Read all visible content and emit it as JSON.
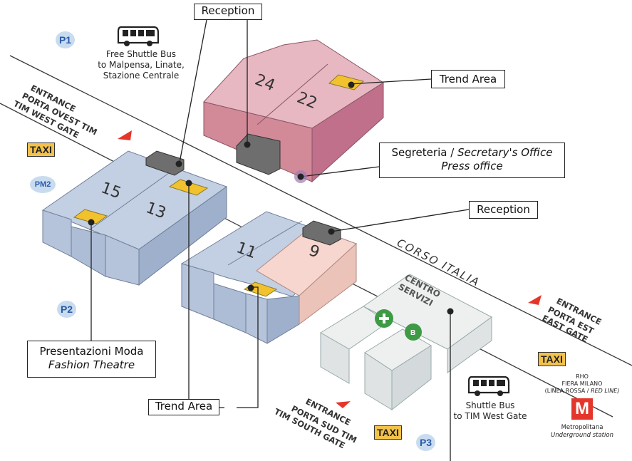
{
  "halls": {
    "h24": "24",
    "h22": "22",
    "h15": "15",
    "h13": "13",
    "h11": "11",
    "h9": "9"
  },
  "callouts": {
    "reception_top": "Reception",
    "reception_right": "Reception",
    "trend_area_top": "Trend Area",
    "trend_area_bottom": "Trend Area",
    "secretary_line1_plain": "Segreteria /",
    "secretary_line1_italic": "Secretary's Office",
    "secretary_line2": "Press office",
    "fashion_line1": "Presentazioni Moda",
    "fashion_line2": "Fashion Theatre"
  },
  "shuttle_top": [
    "Free Shuttle Bus",
    "to Malpensa, Linate,",
    "Stazione Centrale"
  ],
  "shuttle_bottom": [
    "Shuttle Bus",
    "to TIM West Gate"
  ],
  "parking": {
    "p1": "P1",
    "pm2": "PM2",
    "p2": "P2",
    "p3": "P3"
  },
  "taxi": {
    "left": "TAXI",
    "right": "TAXI",
    "bottom": "TAXI"
  },
  "entrances": {
    "west": [
      "ENTRANCE",
      "PORTA OVEST TIM",
      "TIM WEST GATE"
    ],
    "east": [
      "ENTRANCE",
      "PORTA EST",
      "EAST GATE"
    ],
    "south": [
      "ENTRANCE",
      "PORTA SUD TIM",
      "TIM SOUTH GATE"
    ]
  },
  "street": "CORSO ITALIA",
  "centro": [
    "CENTRO",
    "SERVIZI"
  ],
  "centro_icons": {
    "plus": "+",
    "b": "B"
  },
  "metro": {
    "station_line1": "RHO",
    "station_line2": "FIERA MILANO",
    "station_line3_plain": "(LINEA ROSSA /",
    "station_line3_italic": "RED LINE)",
    "m": "M",
    "label_line1": "Metropolitana",
    "label_line2": "Underground station"
  },
  "colors": {
    "pink_top": "#e7b7c2",
    "pink_front": "#d28a99",
    "pink_side": "#c0708a",
    "blue_top": "#c3cfe2",
    "blue_front": "#adbdd6",
    "blue_side": "#9fb0cc",
    "salmon_top": "#f6d6cf",
    "salmon_front": "#ecc3b8",
    "grey_top": "#eef0f0",
    "grey_front": "#dfe3e4",
    "trend_yellow": "#f2c22e",
    "taxi_yellow": "#f3c24a",
    "metro_red": "#e4362a",
    "accent_red": "#e4362a",
    "green": "#3f9a46"
  },
  "icons": [
    "bus-icon",
    "bus-icon",
    "triangle-marker-icon",
    "plus-icon",
    "metro-m-icon"
  ]
}
